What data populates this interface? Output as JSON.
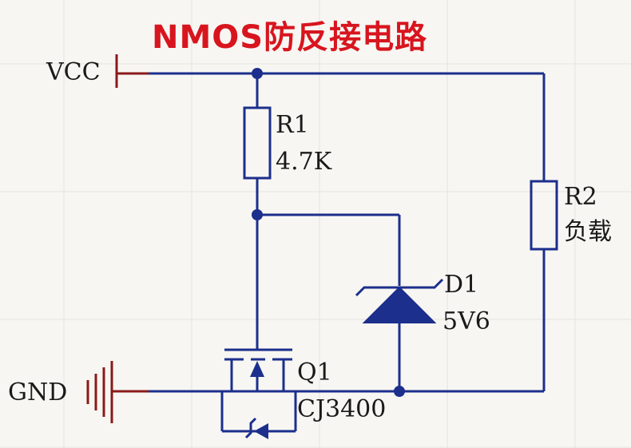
{
  "title": "NMOS防反接电路",
  "nets": {
    "vcc": "VCC",
    "gnd": "GND"
  },
  "components": {
    "r1": {
      "ref": "R1",
      "value": "4.7K"
    },
    "r2": {
      "ref": "R2",
      "value": "负载"
    },
    "d1": {
      "ref": "D1",
      "value": "5V6"
    },
    "q1": {
      "ref": "Q1",
      "value": "CJ3400"
    }
  },
  "colors": {
    "background": "#f7f6f2",
    "wire": "#1c2f8c",
    "power_symbol": "#8a1a1a",
    "title": "#d8151e",
    "label": "#1a1a1a",
    "grid": "#e6e4de"
  }
}
